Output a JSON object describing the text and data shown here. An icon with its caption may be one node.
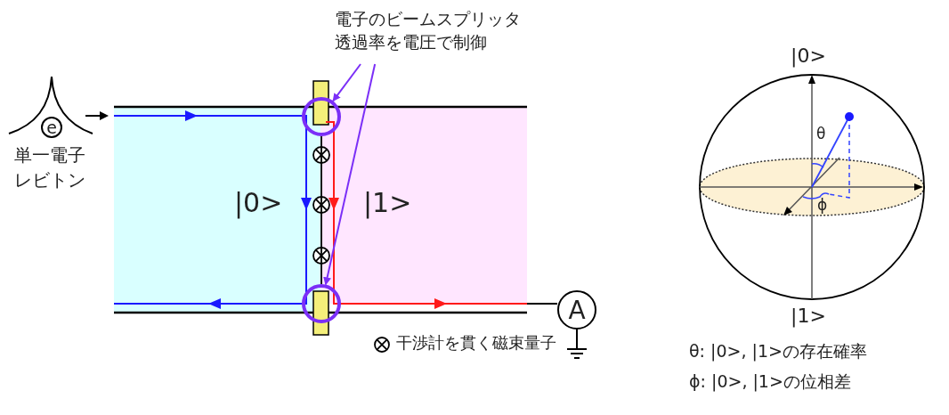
{
  "diagram": {
    "nodes": [
      {
        "text": [
          "電子のビームスプリッタ透過率を電圧で制御"
        ]
      },
      {
        "text": [],
        "shape": "circle"
      },
      {
        "text": [],
        "shape": "circle"
      },
      {
        "text": [
          "A"
        ]
      },
      {
        "text": [
          "e"
        ],
        "beside": [
          "単一電子レビトン"
        ]
      }
    ],
    "edges": [
      {
        "from": 0,
        "to": 1,
        "arrow": "to"
      },
      {
        "from": 0,
        "to": 2,
        "arrow": "to"
      },
      {
        "from": 1,
        "to": 2,
        "arrow": "none",
        "color": "#000000"
      }
    ],
    "labels": [
      "|0>",
      "|1>",
      "干渉計を貫く磁束量子",
      "|0>",
      "θ",
      "ϕ",
      "|1>",
      "θ: |0>, |1>の存在確率",
      "ϕ: |0>, |1>の位相差"
    ]
  }
}
